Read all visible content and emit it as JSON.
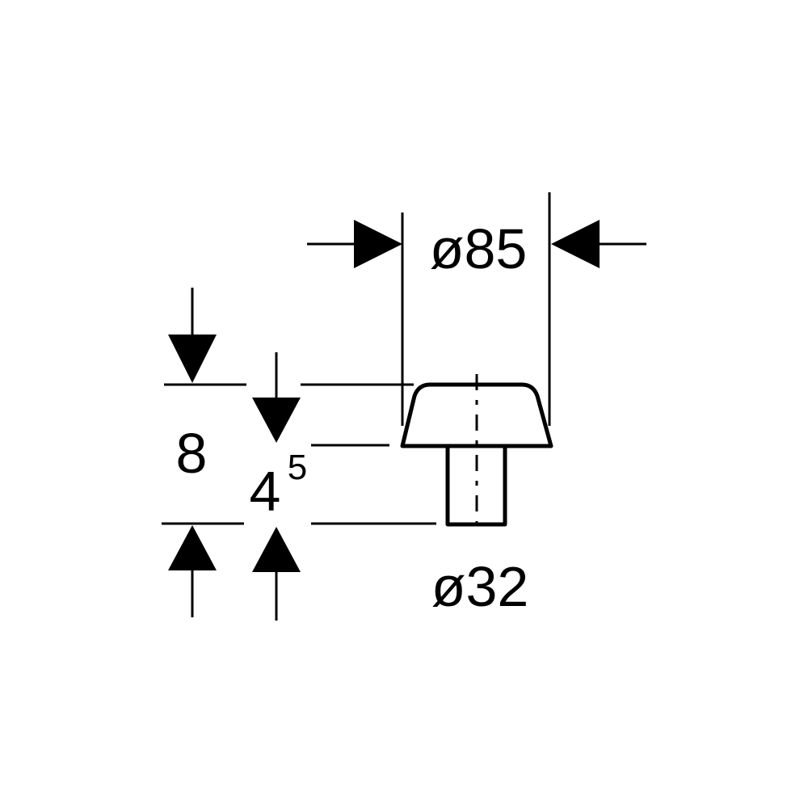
{
  "dimensions": {
    "head_diameter": "ø85",
    "stem_diameter": "ø32",
    "total_height": "8",
    "stem_height_main": "4",
    "stem_height_sup": "5"
  },
  "colors": {
    "stroke": "#000000",
    "background": "#ffffff"
  }
}
